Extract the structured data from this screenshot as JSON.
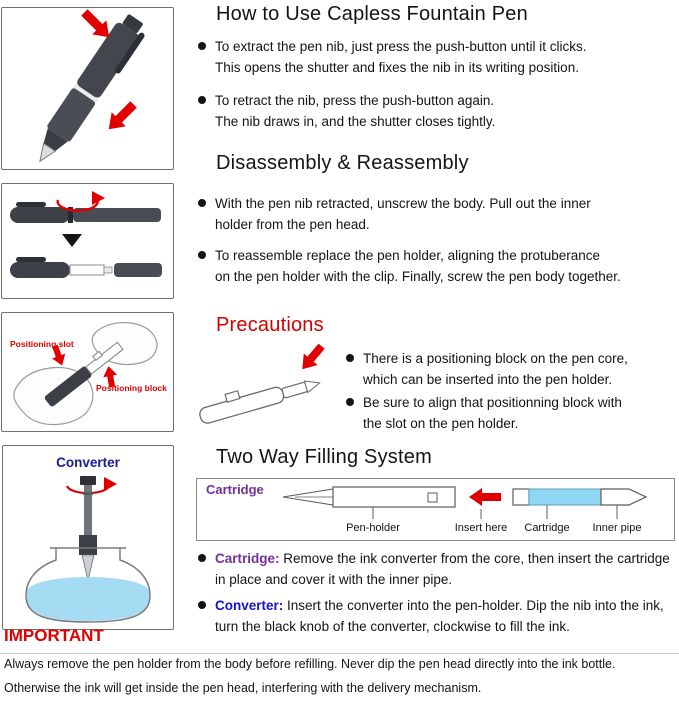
{
  "left_panels": {
    "positioning_slot_label": "Positioning slot",
    "positioning_block_label": "Positioning block",
    "converter_label": "Converter"
  },
  "how_to_use": {
    "title": "How to Use Capless Fountain Pen",
    "bullets": [
      "To extract the pen nib, just press the push-button until it clicks.\nThis opens the shutter and fixes the nib in its writing position.",
      "To retract the nib, press the push-button again.\nThe nib draws in, and the shutter closes tightly."
    ]
  },
  "disassembly": {
    "title": "Disassembly & Reassembly",
    "bullets": [
      "With the pen nib retracted, unscrew the body. Pull out the inner\nholder from the pen head.",
      "To reassemble replace the pen holder, aligning the protuberance\non the pen holder with the clip. Finally, screw the pen body together."
    ]
  },
  "precautions": {
    "title": "Precautions",
    "bullets": [
      "There is a positioning block on the pen core,\nwhich can be inserted into the pen holder.",
      "Be sure to align that positionning block with\nthe slot on the pen holder."
    ]
  },
  "filling": {
    "title": "Two Way Filling System",
    "diagram": {
      "heading": "Cartridge",
      "labels": [
        "Pen-holder",
        "Insert here",
        "Cartridge",
        "Inner pipe"
      ]
    },
    "bullets": [
      {
        "lead": "Cartridge:",
        "text": "Remove the ink converter from the core, then insert the cartridge in place and cover it with the inner pipe."
      },
      {
        "lead": "Converter:",
        "text": "Insert the converter into the pen-holder. Dip the nib into the ink, turn the black knob of the converter, clockwise to fill the ink."
      }
    ]
  },
  "important": {
    "title": "IMPORTANT",
    "lines": [
      "Always remove the pen holder from the body before refilling. Never dip the pen head directly into the ink bottle.",
      "Otherwise the ink will get inside the pen head, interfering with the delivery mechanism."
    ]
  },
  "colors": {
    "accent_red": "#d40000",
    "arrow_red": "#e00000",
    "label_navy": "#1a1a96",
    "lead_purple": "#7030a0",
    "lead_blue": "#1414c8",
    "cartridge_blue": "#8fd6f2",
    "ink_blue": "#a5dcf4"
  }
}
